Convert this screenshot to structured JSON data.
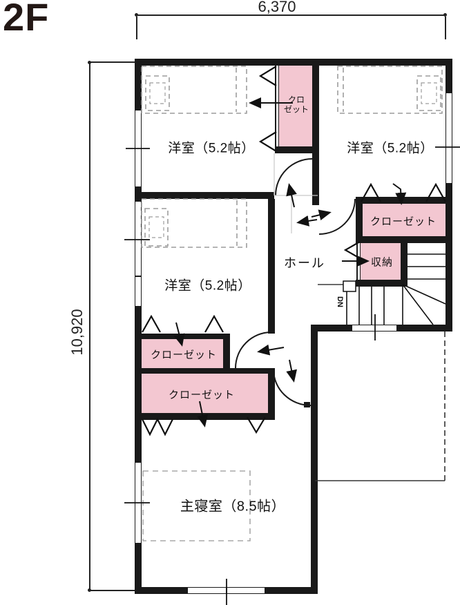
{
  "floor_label": "2F",
  "dimensions": {
    "width": "6,370",
    "height": "10,920"
  },
  "rooms": {
    "bedroom_top_left": "洋室（5.2帖）",
    "bedroom_top_right": "洋室（5.2帖）",
    "bedroom_mid_left": "洋室（5.2帖）",
    "master_bedroom": "主寝室（8.5帖）",
    "hall": "ホール"
  },
  "storage": {
    "closet_top_line1": "クロ",
    "closet_top_line2": "ゼット",
    "closet_right": "クローゼット",
    "storage_unit": "収納",
    "closet_mid": "クローゼット",
    "closet_bottom": "クローゼット"
  },
  "stairs": {
    "direction": "DN"
  },
  "colors": {
    "closet_fill": "#F3C7D1",
    "wall": "#191919",
    "floor_title": "#231815"
  }
}
